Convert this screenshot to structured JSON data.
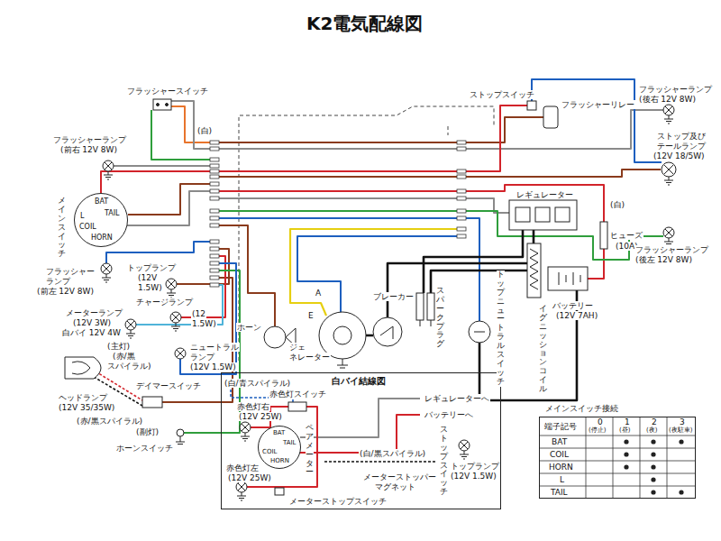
{
  "diagram": {
    "title": "K2電気配線図",
    "nodes": [
      {
        "text": [
          "BAT",
          "L",
          "TAIL",
          "COIL",
          "HORN"
        ]
      },
      {
        "text": [
          "白バイ結線図"
        ]
      },
      {
        "text": [
          "BAT",
          "TAIL",
          "COIL",
          "HORN"
        ],
        "in": 1
      },
      {
        "text": [
          "メインスイッチ接続"
        ]
      }
    ],
    "labels": [
      "フラッシャースイッチ",
      "フラッシャーランプ",
      "(前右 12V 8W)",
      "メインスイッチ",
      "フラッシャー",
      "ランプ",
      "(前左 12V 8W)",
      "トップランプ",
      "(12V",
      "1.5W)",
      "チャージランプ",
      "(12",
      "1.5W)",
      "メーターランプ",
      "(12V 3W)",
      "白バイ 12V 4W",
      "(主灯)",
      "(赤/黒",
      "スパイラル)",
      "ヘッドランプ",
      "(12V 35/35W)",
      "(赤/黒スパイラル)",
      "(副灯)",
      "ニュートラル",
      "ランプ",
      "(12V 1.5W)",
      "デイマースイッチ",
      "ホーンスイッチ",
      "ホーン",
      "ジェ",
      "ネレーター",
      "A",
      "E",
      "ブレーカー",
      "スパークプラグ",
      "トップニュートラルスイッチ",
      "イグニッションコイル",
      "バッテリー",
      "(12V 7AH)",
      "ヒューズ",
      "(10A)",
      "レギュレーター",
      "(白)",
      "(白)",
      "ストップスイッチ",
      "フラッシャーリレー",
      "フラッシャーランプ",
      "(後右 12V 8W)",
      "ストップ及び",
      "テールランプ",
      "(12V 18/5W)",
      "フラッシャーランプ",
      "(後左 12V 8W)",
      "(白/青スパイラル)",
      "赤色灯スイッチ",
      "赤色灯右",
      "(12V 25W)",
      "赤色灯左",
      "(12V 25W)",
      "ペアメーター",
      "(白/黒スパイラル)",
      "メーターストッパー",
      "マグネット",
      "トップランプ",
      "(12V 1.5W)",
      "ストップスイッチ",
      "メーターストップスイッチ",
      "レギュレーターへ",
      "バッテリーへ",
      "端子記号",
      "0",
      "(停止)",
      "1",
      "(昼)",
      "2",
      "(夜)",
      "3",
      "(夜駐車)",
      "BAT",
      "COIL",
      "HORN",
      "L",
      "TAIL"
    ]
  }
}
